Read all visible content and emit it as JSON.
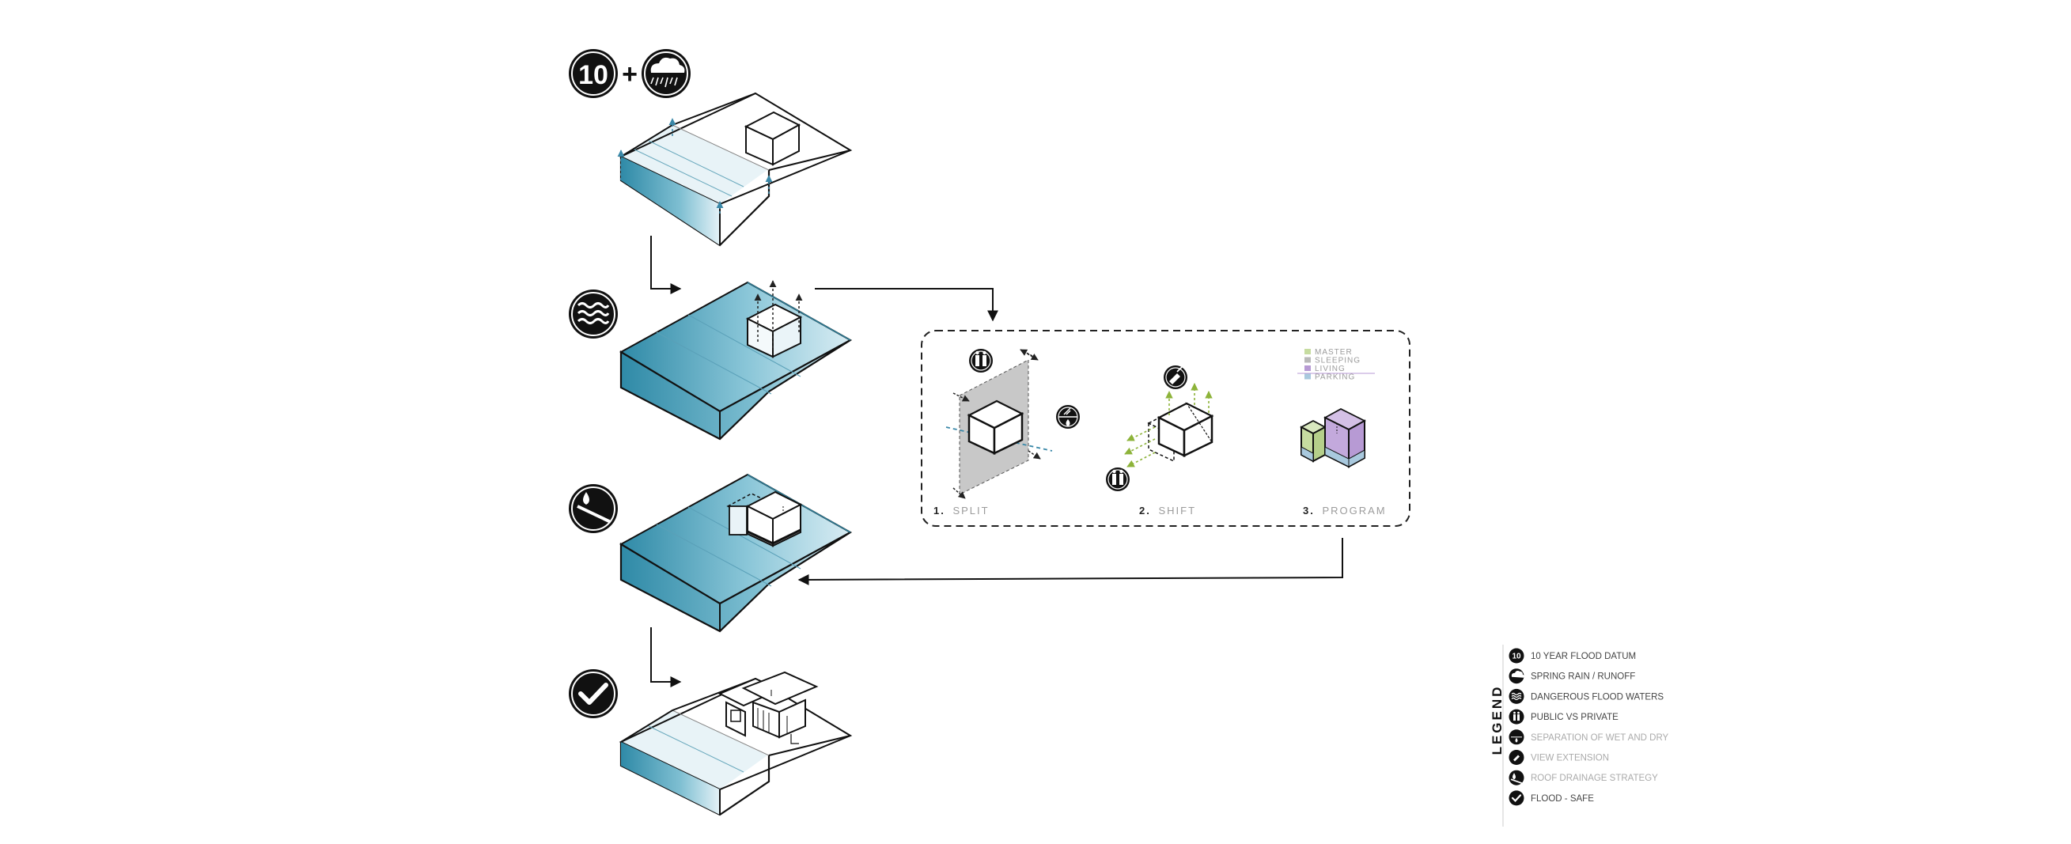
{
  "badges": {
    "flood_datum_number": "10",
    "plus_sign": "+"
  },
  "steps": [
    {
      "num": "1.",
      "label": "SPLIT"
    },
    {
      "num": "2.",
      "label": "SHIFT"
    },
    {
      "num": "3.",
      "label": "PROGRAM"
    }
  ],
  "program_key": [
    {
      "label": "MASTER",
      "color": "#c6dca0"
    },
    {
      "label": "SLEEPING",
      "color": "#b9b9b9"
    },
    {
      "label": "LIVING",
      "color": "#b79ad4"
    },
    {
      "label": "PARKING",
      "color": "#a9c9de"
    }
  ],
  "legend": {
    "title": "LEGEND",
    "items": [
      {
        "icon": "flood-datum-icon",
        "label": "10 YEAR FLOOD DATUM",
        "color": "#444444"
      },
      {
        "icon": "spring-rain-icon",
        "label": "SPRING RAIN / RUNOFF",
        "color": "#444444"
      },
      {
        "icon": "flood-waters-icon",
        "label": "DANGEROUS FLOOD WATERS",
        "color": "#444444"
      },
      {
        "icon": "public-private-icon",
        "label": "PUBLIC VS PRIVATE",
        "color": "#444444"
      },
      {
        "icon": "wet-dry-icon",
        "label": "SEPARATION OF WET AND DRY",
        "color": "#aaaaaa"
      },
      {
        "icon": "view-extension-icon",
        "label": "VIEW EXTENSION",
        "color": "#aaaaaa"
      },
      {
        "icon": "roof-drainage-icon",
        "label": "ROOF DRAINAGE STRATEGY",
        "color": "#aaaaaa"
      },
      {
        "icon": "flood-safe-icon",
        "label": "FLOOD - SAFE",
        "color": "#444444"
      }
    ]
  },
  "colors": {
    "water": "#3c95b0",
    "water_light": "#dceef4",
    "arrow_blue": "#3a88a8",
    "arrow_green": "#8db33a",
    "ink": "#111111"
  }
}
